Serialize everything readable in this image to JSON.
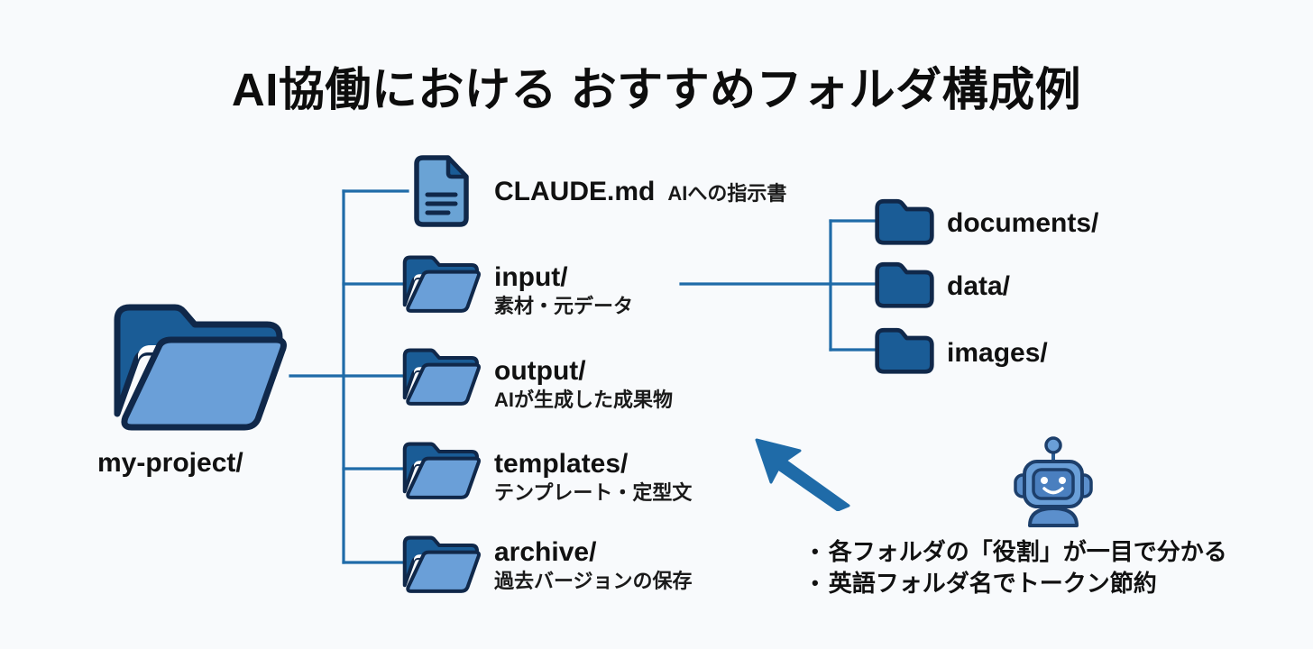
{
  "page": {
    "title": "AI協働における おすすめフォルダ構成例",
    "background_color": "#f8fafc",
    "accent_blue": "#1f6ba8",
    "folder_dark": "#1a5c96",
    "folder_light": "#6a9fd8",
    "outline_navy": "#10284a",
    "text_color": "#111111"
  },
  "root": {
    "label": "my-project/",
    "icon": "open-folder-icon"
  },
  "children": [
    {
      "name": "CLAUDE.md",
      "description": "AIへの指示書",
      "icon": "document-icon",
      "layout": "inline"
    },
    {
      "name": "input/",
      "description": "素材・元データ",
      "icon": "open-folder-icon",
      "layout": "stacked"
    },
    {
      "name": "output/",
      "description": "AIが生成した成果物",
      "icon": "open-folder-icon",
      "layout": "stacked"
    },
    {
      "name": "templates/",
      "description": "テンプレート・定型文",
      "icon": "open-folder-icon",
      "layout": "stacked"
    },
    {
      "name": "archive/",
      "description": "過去バージョンの保存",
      "icon": "open-folder-icon",
      "layout": "stacked"
    }
  ],
  "subfolders": {
    "parent": "input/",
    "items": [
      {
        "name": "documents/",
        "icon": "closed-folder-icon"
      },
      {
        "name": "data/",
        "icon": "closed-folder-icon"
      },
      {
        "name": "images/",
        "icon": "closed-folder-icon"
      }
    ]
  },
  "annotations": {
    "arrow": "arrow-up-left-icon",
    "mascot": "robot-icon",
    "bullets": [
      "各フォルダの「役割」が一目で分かる",
      "英語フォルダ名でトークン節約"
    ],
    "bullet_marker": "•"
  }
}
